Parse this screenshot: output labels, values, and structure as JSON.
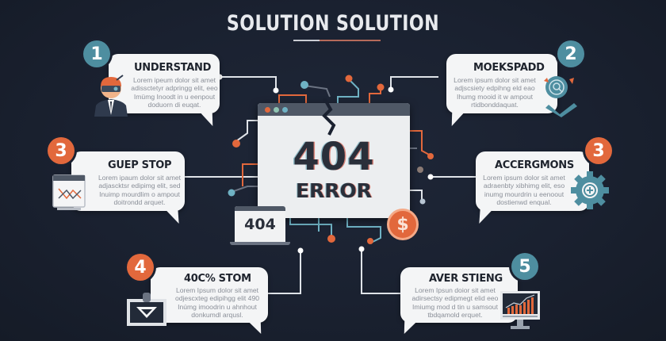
{
  "title": "SOLUTION SOLUTION",
  "colors": {
    "background": "#1a2130",
    "teal": "#4e8ea0",
    "orange": "#e2683c",
    "card": "#f4f5f6",
    "heading": "#1e232d",
    "body_text": "#8a8f98"
  },
  "center": {
    "window_code": "404",
    "window_label": "ERROR",
    "laptop_code": "404",
    "window_dots": [
      "#e2683c",
      "#8fc4b2",
      "#6fb2c4"
    ],
    "coin_icon": "dollar-coin-icon",
    "coin_glyph": "$"
  },
  "steps": [
    {
      "number": "1",
      "badge_color": "teal",
      "heading": "UNDERSTAND",
      "body": "Lorem ipeum dolor sit amet\nadissctetyr adpringg elit, eeo\nImümg Inoodt in u eenpout\ndoduorn di euqat.",
      "icon": "businessman-vr-icon"
    },
    {
      "number": "2",
      "badge_color": "teal",
      "heading": "MOEKSPADD",
      "body": "Lorem ipsum dolor sit amet\nadjscsiety edpihng eld eao\nIhumg mooid it w ampout\nrtidbonddaquat.",
      "icon": "magnifier-hand-icon"
    },
    {
      "number": "3",
      "badge_color": "orange",
      "heading": "GUEP STOP",
      "body": "Lorem ipaum dolor sit amet\nadjascktsr edipimg elit, sed\nInuimp mourdlim o ampout\ndoitrondd arquet.",
      "icon": "browser-chart-icon"
    },
    {
      "number": "3",
      "badge_color": "orange",
      "heading": "ACCERGMONS",
      "body": "Lorem ipsum dolor sit amet\nadraenbty xibhimg elit, eso\ninumg mourdrin u eenoout\ndostienwd enqual.",
      "icon": "gear-plus-icon"
    },
    {
      "number": "4",
      "badge_color": "orange",
      "heading": "40C% STOM",
      "body": "Lorem Ipsum dolor sit amet\nodjescxteg edipihgg elit 490\nInúmg imoodrin u ahnhout\ndonkumdl arqusl.",
      "icon": "download-clipboard-icon"
    },
    {
      "number": "5",
      "badge_color": "teal",
      "heading": "AVER STIENG",
      "body": "Lorem Ipsun doior sit amet\nadirsectsy edipmegt elid eeo\nImiumg mod d tin u samsout\ntbdqamold erquet.",
      "icon": "monitor-bar-chart-icon"
    }
  ]
}
